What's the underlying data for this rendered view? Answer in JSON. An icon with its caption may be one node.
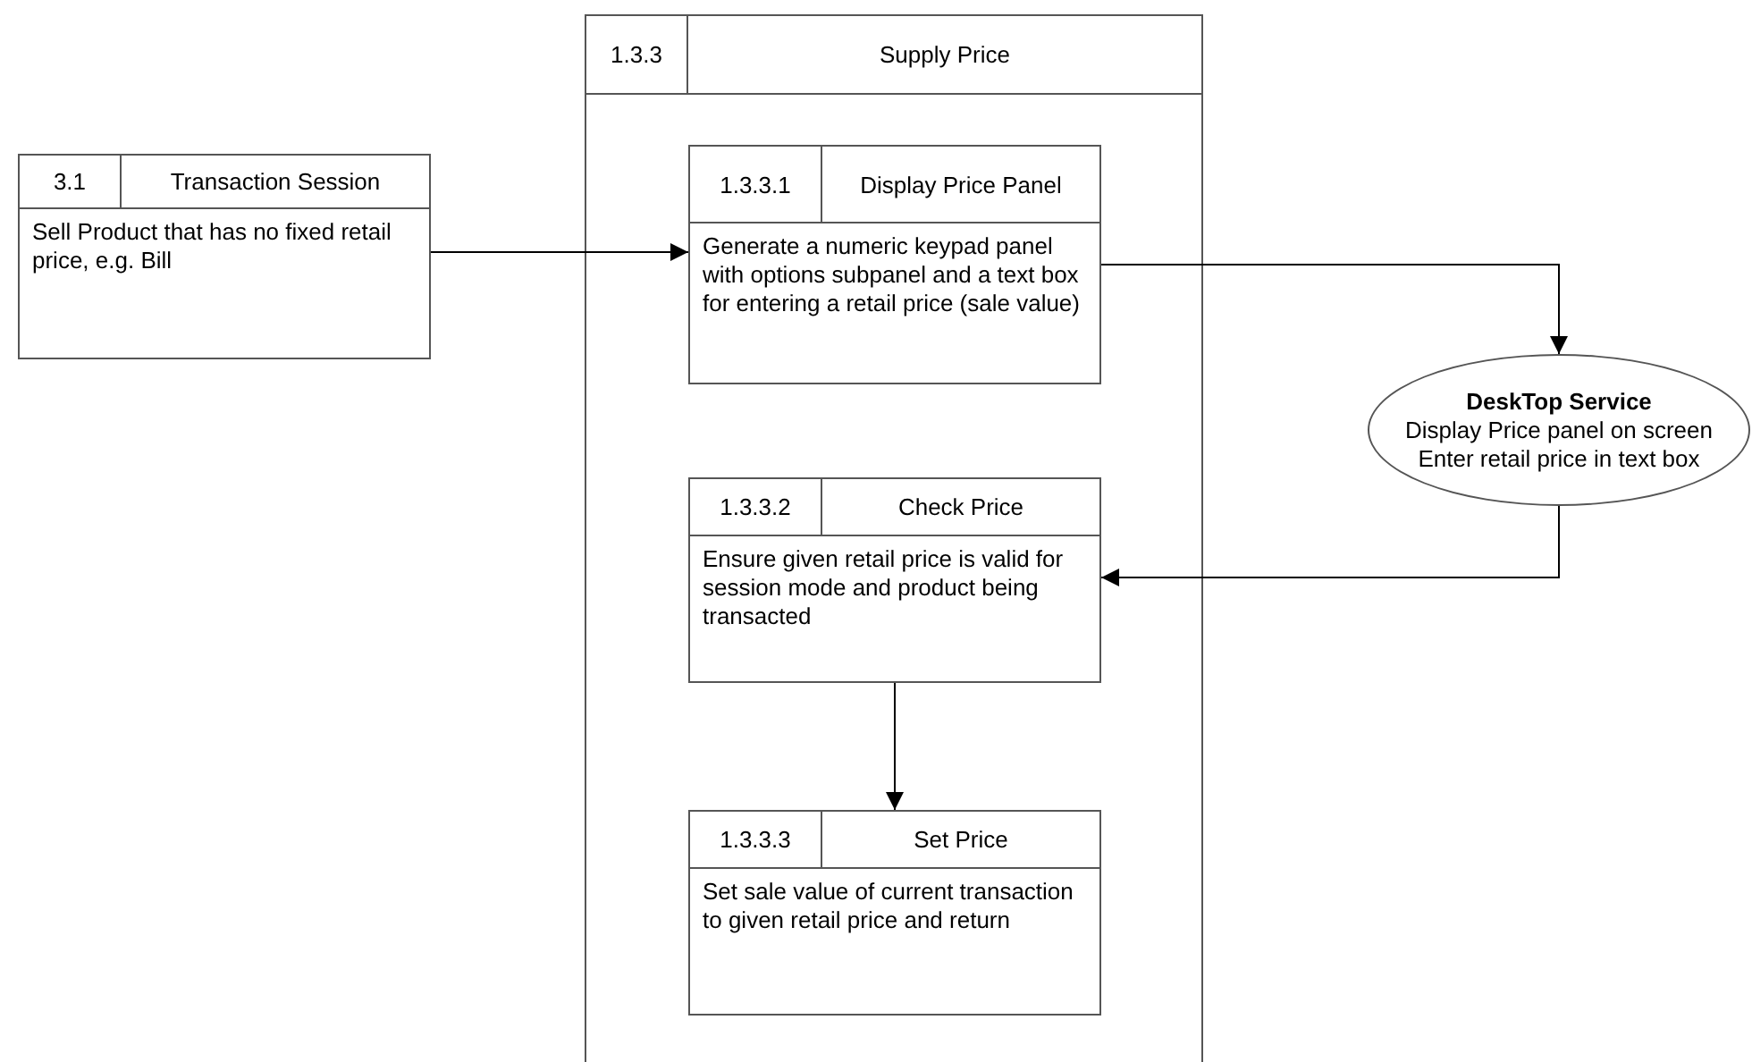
{
  "diagram": {
    "nodes": [
      {
        "text": [
          "3.1",
          "Transaction Session",
          "Sell Product that has no fixed retail price, e.g. Bill"
        ]
      },
      {
        "text": [
          "1.3.3",
          "Supply Price"
        ]
      },
      {
        "text": [
          "1.3.3.1",
          "Display Price Panel",
          "Generate a numeric keypad panel with options subpanel and a text box for entering a retail price (sale value)"
        ],
        "in": 1
      },
      {
        "text": [
          "1.3.3.2",
          "Check Price",
          "Ensure given retail price is valid for session mode and product being transacted"
        ],
        "in": 1
      },
      {
        "text": [
          "1.3.3.3",
          "Set Price",
          "Set sale value of current transaction to given retail price and return"
        ],
        "in": 1
      },
      {
        "text": [
          "DeskTop Service",
          "Display Price panel on screen Enter retail price in text box"
        ]
      }
    ],
    "edges": [
      {
        "from": 0,
        "to": 2,
        "arrow": "to"
      },
      {
        "from": 2,
        "to": 5,
        "arrow": "to"
      },
      {
        "from": 5,
        "to": 3,
        "arrow": "to"
      },
      {
        "from": 3,
        "to": 4,
        "arrow": "to"
      }
    ]
  }
}
